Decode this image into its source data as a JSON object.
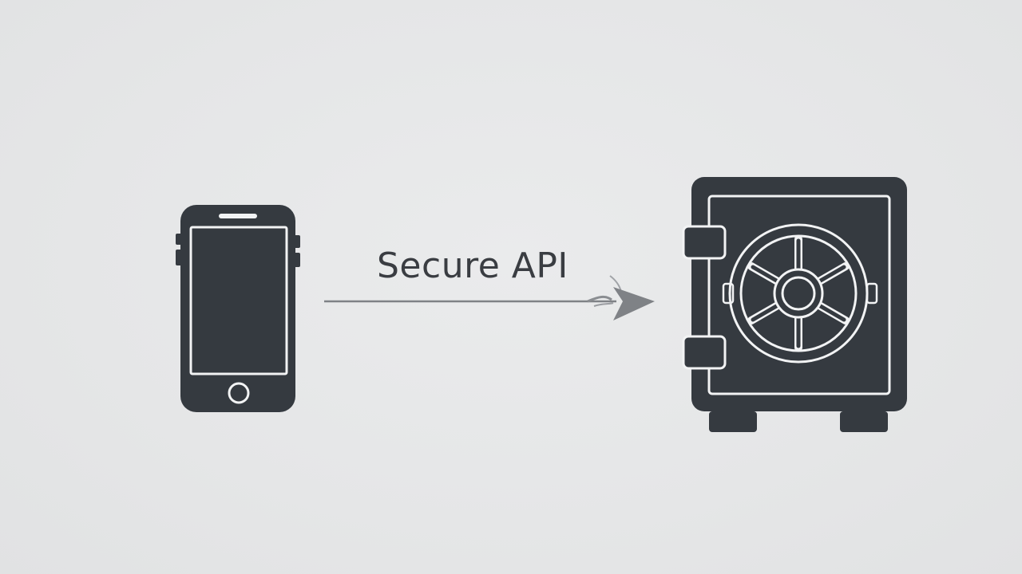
{
  "diagram": {
    "label": "Secure API",
    "colors": {
      "background": "#e6e7e8",
      "icon": "#353a40",
      "icon_line": "#f2f3f4",
      "arrow": "#7f8286",
      "text": "#3a3d42"
    },
    "nodes": [
      {
        "id": "source",
        "icon": "smartphone-icon"
      },
      {
        "id": "target",
        "icon": "vault-safe-icon"
      }
    ],
    "edge": {
      "from": "source",
      "to": "target",
      "direction": "left-to-right"
    }
  }
}
